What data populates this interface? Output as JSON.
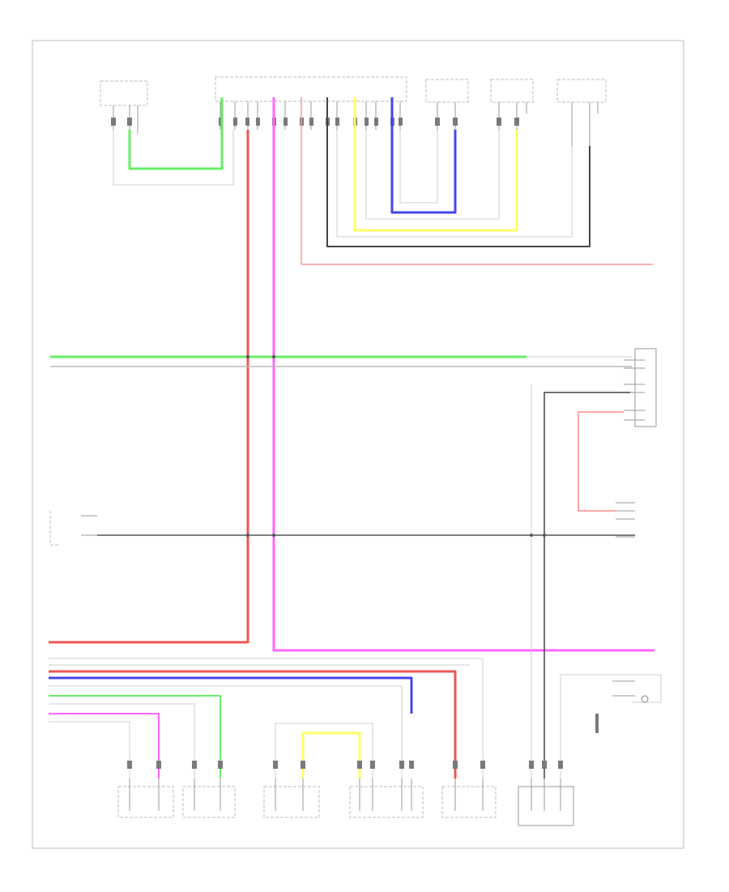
{
  "diagram": {
    "wire_colors": {
      "green": "#66ee66",
      "red": "#ee5555",
      "pink": "#ff66ff",
      "blue": "#4444ee",
      "yellow": "#ffff66",
      "black": "#444444",
      "gray": "#aaaaaa",
      "light_red": "#ff9999"
    },
    "components": [
      {
        "id": "top-left-sensor",
        "icon": "connector-block"
      },
      {
        "id": "central-connector",
        "icon": "connector-block"
      },
      {
        "id": "top-right-connector-1",
        "icon": "connector-block"
      },
      {
        "id": "top-right-connector-2",
        "icon": "connector-block"
      },
      {
        "id": "top-right-connector-3",
        "icon": "connector-block"
      },
      {
        "id": "right-junction",
        "icon": "connector-block"
      },
      {
        "id": "left-switch",
        "icon": "switch-block"
      },
      {
        "id": "bottom-module-1",
        "icon": "connector-block"
      },
      {
        "id": "bottom-module-2",
        "icon": "connector-block"
      },
      {
        "id": "bottom-module-3",
        "icon": "connector-block"
      },
      {
        "id": "bottom-module-4",
        "icon": "connector-block"
      },
      {
        "id": "bottom-module-5",
        "icon": "connector-block"
      },
      {
        "id": "bottom-module-6",
        "icon": "connector-block"
      },
      {
        "id": "right-lamp",
        "icon": "lamp"
      }
    ]
  }
}
